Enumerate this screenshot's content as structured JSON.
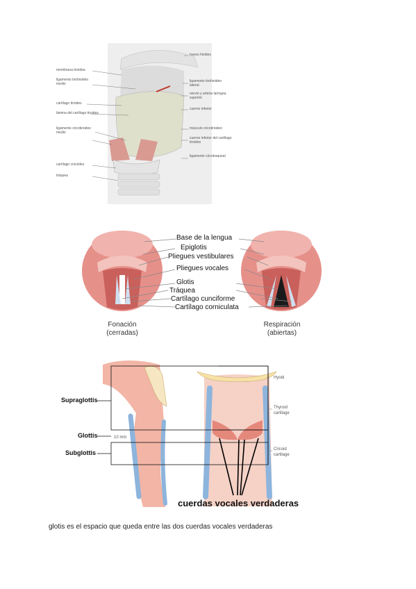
{
  "figure1": {
    "labels": [
      "hueso hioides",
      "membrana tiroidea",
      "ligamento tirohioideo medio",
      "ligamento tirohioideo lateral",
      "cartílago tiroides",
      "lámina del cartílago tiroides",
      "nervio y arteria laríngea superior",
      "cuerno inferior",
      "ligamento cricotiroideo medio",
      "músculo cricotiroideo",
      "cuerno inferior del cartílago tiroides",
      "cartílago cricoides",
      "tráquea",
      "ligamento cricotraqueal"
    ]
  },
  "figure2": {
    "labels": [
      "Base de la lengua",
      "Epiglotis",
      "Pliegues vestibulares",
      "Pliegues vocales",
      "Glotis",
      "Tráquea",
      "Cartílago cunciforme",
      "Cartílago corniculata"
    ],
    "left_caption_line1": "Fonación",
    "left_caption_line2": "(cerradas)",
    "right_caption_line1": "Respiración",
    "right_caption_line2": "(abiertas)"
  },
  "figure3": {
    "left_labels": [
      "Supraglottis",
      "Glottis",
      "Subglottis"
    ],
    "right_labels": [
      "Hyoid",
      "Thyroid cartilage",
      "Cricoid cartilage"
    ],
    "scale": "10 mm",
    "annotation": "cuerdas vocales verdaderas"
  },
  "footer_text": "glotis es el espacio que queda entre las dos cuerdas vocales verdaderas"
}
